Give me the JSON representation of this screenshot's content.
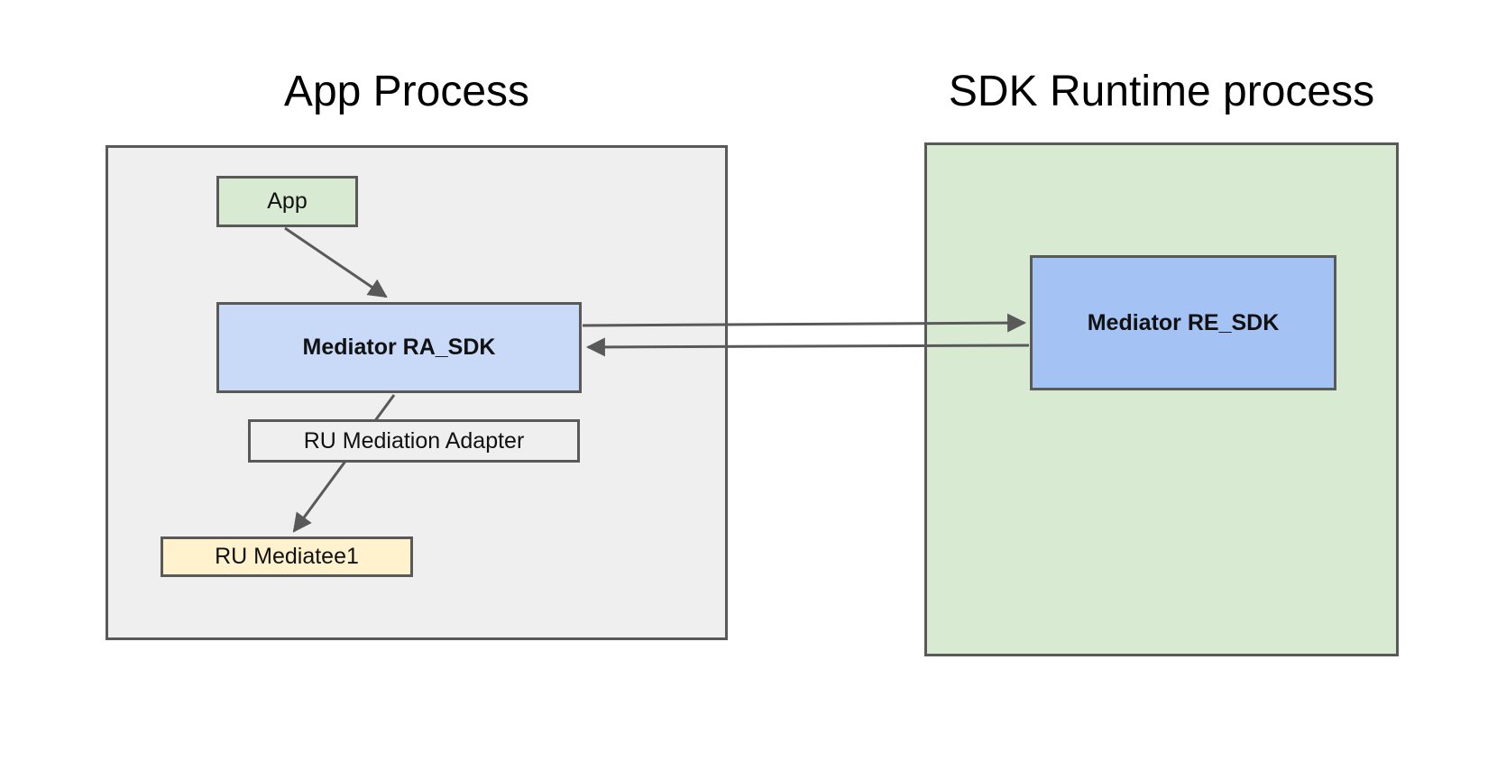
{
  "diagram": {
    "left_container": {
      "title": "App Process",
      "nodes": {
        "app": {
          "label": "App",
          "fill": "#d9ead3"
        },
        "mediator_ra_sdk": {
          "label": "Mediator RA_SDK",
          "fill": "#c9daf8",
          "bold": true
        },
        "ru_mediation_adapter": {
          "label": "RU Mediation Adapter",
          "fill": "#efefef"
        },
        "ru_mediatee1": {
          "label": "RU Mediatee1",
          "fill": "#fff2cc"
        }
      }
    },
    "right_container": {
      "title": "SDK Runtime process",
      "nodes": {
        "mediator_re_sdk": {
          "label": "Mediator RE_SDK",
          "fill": "#a4c2f4",
          "bold": true
        }
      }
    },
    "connectors": [
      {
        "from": "app",
        "to": "mediator_ra_sdk",
        "arrow": "end",
        "direction": "down-right"
      },
      {
        "from": "mediator_ra_sdk",
        "to": "mediator_re_sdk",
        "arrow": "end",
        "direction": "right"
      },
      {
        "from": "mediator_re_sdk",
        "to": "mediator_ra_sdk",
        "arrow": "end",
        "direction": "left"
      },
      {
        "from": "mediator_ra_sdk",
        "to": "ru_mediatee1",
        "via_behind": "ru_mediation_adapter",
        "arrow": "end",
        "direction": "down-left"
      }
    ],
    "colors": {
      "background": "#ffffff",
      "container_gray_fill": "#efefef",
      "container_green_fill": "#d9ead3",
      "line_and_border": "#595959",
      "text": "#000000"
    }
  }
}
